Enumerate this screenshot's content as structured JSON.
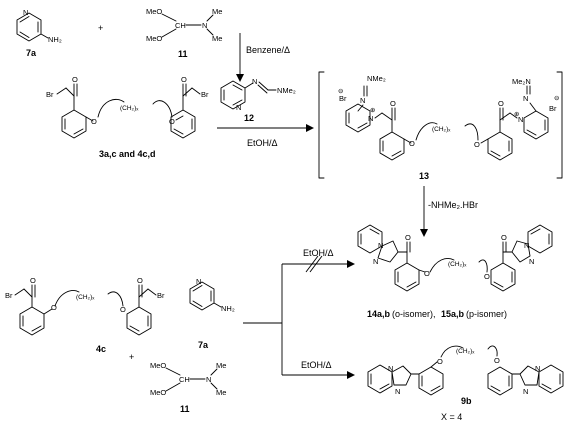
{
  "compounds": {
    "c7a_top": "7a",
    "c11_top": "11",
    "c3_4": "3a,c and 4c,d",
    "c12": "12",
    "c13": "13",
    "c14_15_bold": "14a,b",
    "c14_15_o": "(o-isomer),",
    "c15_bold": "15a,b",
    "c15_p": "(p-isomer)",
    "c4c": "4c",
    "c7a_bottom": "7a",
    "c11_bottom": "11",
    "c9b": "9b"
  },
  "reagents": {
    "benzene": "Benzene/Δ",
    "etoh_top": "EtOH/Δ",
    "nhme2hbr": "-NHMe₂.HBr",
    "etoh_blocked": "EtOH/Δ",
    "etoh_bottom": "EtOH/Δ"
  },
  "plus": "+",
  "atoms": {
    "nh2": "NH₂",
    "n": "N",
    "meo": "MeO",
    "me": "Me",
    "ch": "CH",
    "br": "Br",
    "o": "O",
    "nme2": "NMe₂",
    "me2n": "Me₂N",
    "ch2x": "(CH₂)ₓ",
    "brminus": "Br",
    "minus": "⊖",
    "plus": "⊕"
  },
  "note": "X = 4"
}
